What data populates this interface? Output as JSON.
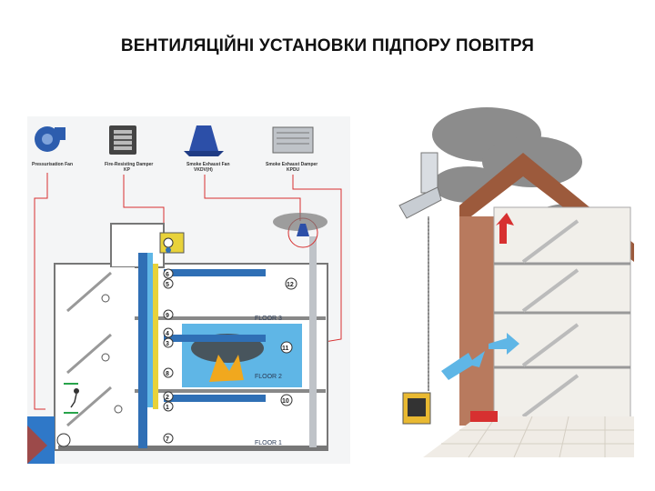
{
  "title": "ВЕНТИЛЯЦІЙНІ УСТАНОВКИ ПІДПОРУ ПОВІТРЯ",
  "left_diagram": {
    "components": [
      {
        "label": "Pressurisation Fan",
        "sub": ""
      },
      {
        "label": "Fire-Resisting Damper",
        "sub": "KP"
      },
      {
        "label": "Smoke Exhaust Fan",
        "sub": "VKDV(H)"
      },
      {
        "label": "Smoke Exhaust Damper",
        "sub": "KPDU"
      }
    ],
    "floors": [
      "FLOOR 3",
      "FLOOR 2",
      "FLOOR 1"
    ],
    "markers": [
      "1",
      "2",
      "3",
      "4",
      "5",
      "6",
      "7",
      "8",
      "9",
      "10",
      "11",
      "12"
    ]
  },
  "colors": {
    "duct": "#2f6fb5",
    "light_blue": "#5fb6e6",
    "red_line": "#d73030",
    "yellow": "#e8d23a",
    "smoke": "#555555",
    "brick": "#b87a5e"
  }
}
